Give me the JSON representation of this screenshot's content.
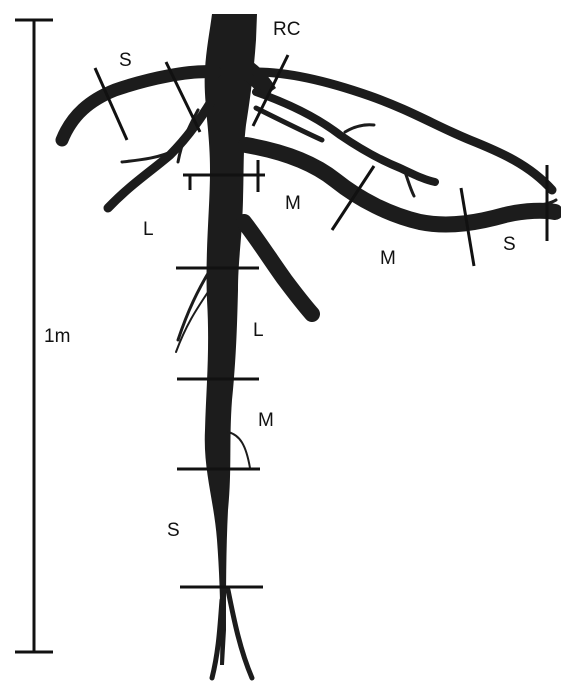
{
  "diagram": {
    "scale_label": "1m",
    "root_crown_label": "RC",
    "segment_labels": {
      "lateral_left_small": "S",
      "lateral_left_large": "L",
      "lateral_right_medium_1": "M",
      "lateral_right_medium_2": "M",
      "lateral_right_small": "S",
      "taproot_large": "L",
      "taproot_medium": "M",
      "taproot_small": "S"
    },
    "colors": {
      "root": "#1c1c1c",
      "ink": "#111111",
      "background": "#ffffff"
    }
  }
}
